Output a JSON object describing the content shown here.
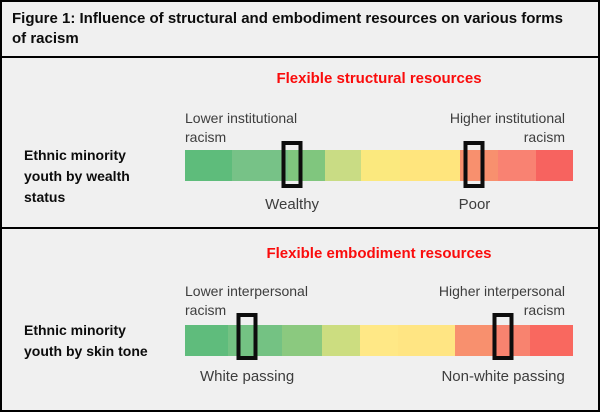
{
  "figure": {
    "title": "Figure 1: Influence of structural and embodiment resources on various forms of racism"
  },
  "colors": {
    "background": "#f0f0f0",
    "border": "#000000",
    "header_red": "#fa0c0c",
    "label_gray": "#3d3d3d",
    "text_black": "#0c0c0c",
    "marker_outline": "#0d0d0d"
  },
  "panels": [
    {
      "id": "structural",
      "header": "Flexible structural resources",
      "row_label_lines": [
        "Ethnic minority",
        "youth by wealth",
        "status"
      ],
      "left_axis_lines": [
        "Lower institutional",
        "racism"
      ],
      "right_axis_lines": [
        "Higher institutional",
        "racism"
      ],
      "bar_segments": [
        {
          "color": "#5ebc7b",
          "width_pct": 12.1
        },
        {
          "color": "#77c287",
          "width_pct": 14.4
        },
        {
          "color": "#80c67e",
          "width_pct": 9.6
        },
        {
          "color": "#c9dc84",
          "width_pct": 9.3
        },
        {
          "color": "#fbe97e",
          "width_pct": 10.1
        },
        {
          "color": "#ffe57d",
          "width_pct": 15.5
        },
        {
          "color": "#f8906e",
          "width_pct": 9.7
        },
        {
          "color": "#f98272",
          "width_pct": 9.8
        },
        {
          "color": "#f7635f",
          "width_pct": 9.5
        }
      ],
      "markers": [
        {
          "label": "Wealthy",
          "position_pct": 27.6
        },
        {
          "label": "Poor",
          "position_pct": 74.6
        }
      ]
    },
    {
      "id": "embodiment",
      "header": "Flexible embodiment resources",
      "row_label_lines": [
        "Ethnic minority",
        "youth by skin tone"
      ],
      "left_axis_lines": [
        "Lower interpersonal",
        "racism"
      ],
      "right_axis_lines": [
        "Higher interpersonal",
        "racism"
      ],
      "bar_segments": [
        {
          "color": "#5fbc7c",
          "width_pct": 11.1
        },
        {
          "color": "#74c283",
          "width_pct": 13.9
        },
        {
          "color": "#8bc97f",
          "width_pct": 10.3
        },
        {
          "color": "#ccdd80",
          "width_pct": 9.8
        },
        {
          "color": "#ffe886",
          "width_pct": 9.8
        },
        {
          "color": "#ffe583",
          "width_pct": 14.7
        },
        {
          "color": "#f8906e",
          "width_pct": 9.5
        },
        {
          "color": "#f8836f",
          "width_pct": 9.8
        },
        {
          "color": "#f9685f",
          "width_pct": 11.1
        }
      ],
      "markers": [
        {
          "label": "White passing",
          "position_pct": 16.0
        },
        {
          "label": "Non-white passing",
          "position_pct": 82.0
        }
      ]
    }
  ]
}
